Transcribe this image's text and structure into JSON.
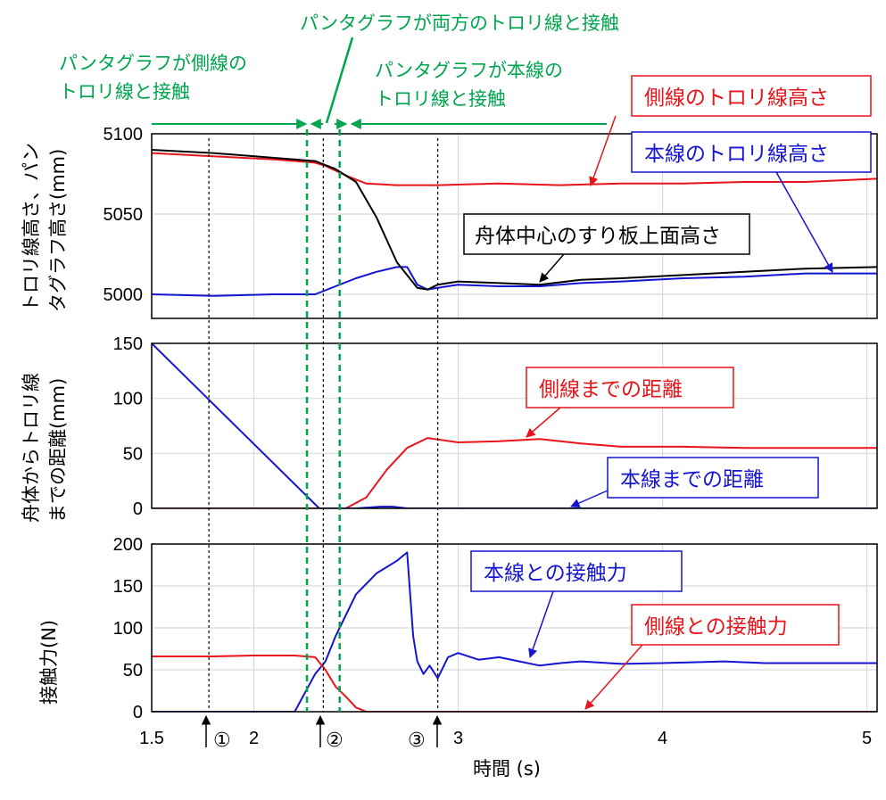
{
  "phases": {
    "side_only": [
      "パンタグラフが側線の",
      "トロリ線と接触"
    ],
    "both": "パンタグラフが両方のトロリ線と接触",
    "main_only": [
      "パンタグラフが本線の",
      "トロリ線と接触"
    ]
  },
  "markers": {
    "m1": "①",
    "m2": "②",
    "m3": "③",
    "t": [
      1.78,
      2.34,
      2.9
    ]
  },
  "colors": {
    "side": "#e8141b",
    "main": "#1414d2",
    "shoe": "#000000",
    "phase": "#00a54f",
    "grid": "#d9d9d9"
  },
  "chart_data": [
    {
      "type": "line",
      "ylabel": [
        "トロリ線高さ、パン",
        "タグラフ高さ(mm)"
      ],
      "xlim": [
        1.5,
        5.05
      ],
      "ylim": [
        4985,
        5100
      ],
      "yticks": [
        "5100",
        "5050",
        "5000"
      ],
      "series": [
        {
          "name": "側線のトロリ線高さ",
          "x": [
            1.5,
            1.8,
            2.1,
            2.3,
            2.35,
            2.45,
            2.55,
            2.7,
            2.9,
            3.2,
            3.5,
            3.8,
            4.1,
            4.4,
            4.7,
            5.05
          ],
          "y": [
            5088,
            5086,
            5084,
            5082,
            5080,
            5074,
            5069,
            5068,
            5068,
            5069,
            5068,
            5069,
            5069,
            5070,
            5070,
            5072
          ]
        },
        {
          "name": "本線のトロリ線高さ",
          "x": [
            1.5,
            1.8,
            2.1,
            2.3,
            2.4,
            2.5,
            2.6,
            2.7,
            2.75,
            2.8,
            2.85,
            2.9,
            3.0,
            3.2,
            3.4,
            3.6,
            3.8,
            4.1,
            4.4,
            4.7,
            5.05
          ],
          "y": [
            5000,
            4999,
            5000,
            5000,
            5005,
            5010,
            5014,
            5017,
            5017,
            5006,
            5003,
            5004,
            5006,
            5005,
            5005,
            5007,
            5008,
            5010,
            5011,
            5013,
            5013
          ]
        },
        {
          "name": "舟体中心のすり板上面高さ",
          "x": [
            1.5,
            1.8,
            2.1,
            2.3,
            2.4,
            2.5,
            2.6,
            2.7,
            2.8,
            2.85,
            2.9,
            3.0,
            3.2,
            3.4,
            3.6,
            3.8,
            4.1,
            4.4,
            4.7,
            5.05
          ],
          "y": [
            5090,
            5088,
            5085,
            5083,
            5078,
            5070,
            5048,
            5020,
            5004,
            5003,
            5006,
            5008,
            5007,
            5006,
            5009,
            5010,
            5012,
            5014,
            5016,
            5017
          ]
        }
      ]
    },
    {
      "type": "line",
      "ylabel": [
        "舟体からトロリ線",
        "までの距離(mm)"
      ],
      "xlim": [
        1.5,
        5.05
      ],
      "ylim": [
        0,
        150
      ],
      "yticks": [
        "150",
        "100",
        "50",
        "0"
      ],
      "series": [
        {
          "name": "側線までの距離",
          "x": [
            1.5,
            2.4,
            2.45,
            2.55,
            2.65,
            2.75,
            2.85,
            3.0,
            3.2,
            3.4,
            3.6,
            3.8,
            4.1,
            4.4,
            4.7,
            5.05
          ],
          "y": [
            0,
            0,
            0,
            10,
            35,
            55,
            64,
            60,
            61,
            63,
            59,
            56,
            56,
            55,
            55,
            55
          ]
        },
        {
          "name": "本線までの距離",
          "x": [
            1.5,
            2.32,
            2.5,
            2.62,
            2.68,
            2.75,
            5.05
          ],
          "y": [
            150,
            0,
            0,
            1.5,
            1.5,
            0,
            0
          ]
        }
      ]
    },
    {
      "type": "line",
      "ylabel": "接触力(N)",
      "xlabel": "時間 (s)",
      "xlim": [
        1.5,
        5.05
      ],
      "ylim": [
        0,
        200
      ],
      "yticks": [
        "200",
        "150",
        "100",
        "50",
        "0"
      ],
      "xticks": [
        "1.5",
        "2",
        "3",
        "4",
        "5"
      ],
      "xtick_values": [
        1.5,
        2,
        3,
        4,
        5
      ],
      "series": [
        {
          "name": "本線との接触力",
          "x": [
            1.5,
            2.2,
            2.3,
            2.35,
            2.4,
            2.5,
            2.6,
            2.7,
            2.75,
            2.78,
            2.8,
            2.83,
            2.86,
            2.9,
            2.95,
            3.0,
            3.1,
            3.2,
            3.3,
            3.4,
            3.5,
            3.6,
            3.8,
            4.0,
            4.3,
            4.5,
            4.7,
            5.05
          ],
          "y": [
            0,
            0,
            45,
            60,
            90,
            140,
            165,
            180,
            190,
            90,
            60,
            45,
            55,
            40,
            65,
            70,
            62,
            65,
            60,
            55,
            58,
            60,
            57,
            58,
            60,
            58,
            58,
            58
          ]
        },
        {
          "name": "側線との接触力",
          "x": [
            1.5,
            1.8,
            2.0,
            2.2,
            2.3,
            2.35,
            2.4,
            2.45,
            2.5,
            2.55,
            5.05
          ],
          "y": [
            66,
            66,
            67,
            67,
            65,
            50,
            30,
            18,
            5,
            0,
            0
          ]
        }
      ]
    }
  ]
}
